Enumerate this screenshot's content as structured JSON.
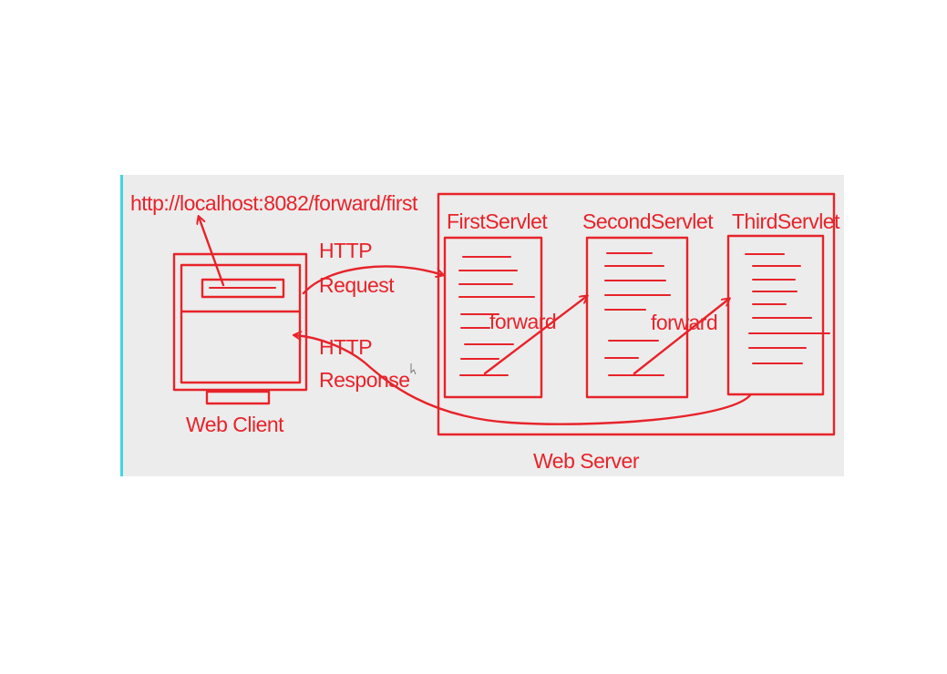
{
  "diagram": {
    "url": "http://localhost:8082/forward/first",
    "client_label": "Web Client",
    "server_label": "Web Server",
    "request_line1": "HTTP",
    "request_line2": "Request",
    "response_line1": "HTTP",
    "response_line2": "Response",
    "servlets": [
      "FirstServlet",
      "SecondServlet",
      "ThirdServlet"
    ],
    "forward_labels": [
      "forward",
      "forward"
    ],
    "colors": {
      "ink": "#e8232a",
      "panel": "#ececec",
      "edge": "#3fd6e0"
    }
  }
}
